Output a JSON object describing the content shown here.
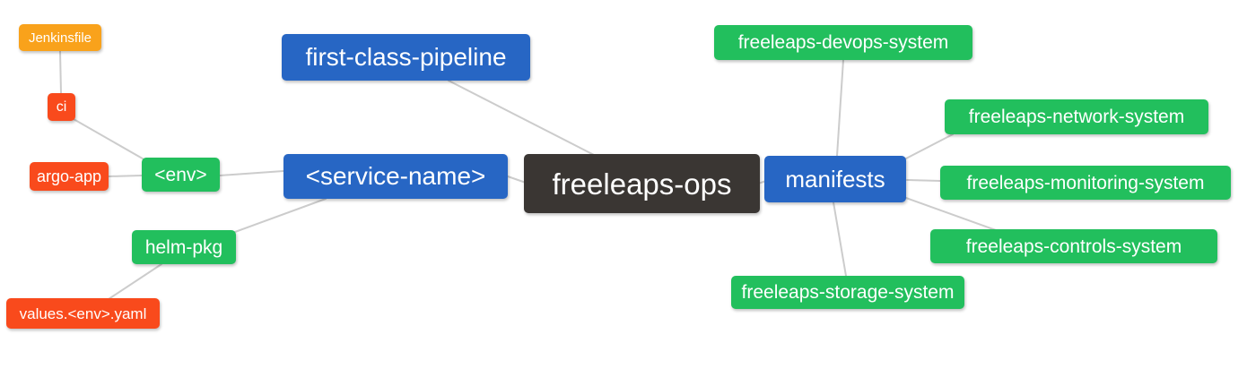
{
  "diagram": {
    "type": "mindmap",
    "root_label": "freeleaps-ops",
    "colors": {
      "branch_blue": "#2766C4",
      "leaf_green": "#22BF5D",
      "leaf_red": "#F94A1C",
      "leaf_orange": "#F9A21B",
      "root_dark": "#3A3633",
      "edge_line": "#CCCCCC",
      "node_text": "#FFFFFF"
    },
    "nodes": [
      {
        "id": "jenkinsfile",
        "label": "Jenkinsfile",
        "color": "orange"
      },
      {
        "id": "ci",
        "label": "ci",
        "color": "red"
      },
      {
        "id": "argo-app",
        "label": "argo-app",
        "color": "red"
      },
      {
        "id": "env",
        "label": "<env>",
        "color": "green"
      },
      {
        "id": "helm-pkg",
        "label": "helm-pkg",
        "color": "green"
      },
      {
        "id": "values-env-yaml",
        "label": "values.<env>.yaml",
        "color": "red"
      },
      {
        "id": "first-class-pipeline",
        "label": "first-class-pipeline",
        "color": "blue"
      },
      {
        "id": "service-name",
        "label": "<service-name>",
        "color": "blue"
      },
      {
        "id": "freeleaps-ops",
        "label": "freeleaps-ops",
        "color": "dark"
      },
      {
        "id": "manifests",
        "label": "manifests",
        "color": "blue"
      },
      {
        "id": "devops-system",
        "label": "freeleaps-devops-system",
        "color": "green"
      },
      {
        "id": "network-system",
        "label": "freeleaps-network-system",
        "color": "green"
      },
      {
        "id": "monitoring-system",
        "label": "freeleaps-monitoring-system",
        "color": "green"
      },
      {
        "id": "controls-system",
        "label": "freeleaps-controls-system",
        "color": "green"
      },
      {
        "id": "storage-system",
        "label": "freeleaps-storage-system",
        "color": "green"
      }
    ],
    "edges": [
      {
        "from": "jenkinsfile",
        "to": "ci"
      },
      {
        "from": "ci",
        "to": "env"
      },
      {
        "from": "argo-app",
        "to": "env"
      },
      {
        "from": "env",
        "to": "service-name"
      },
      {
        "from": "helm-pkg",
        "to": "service-name"
      },
      {
        "from": "helm-pkg",
        "to": "values-env-yaml"
      },
      {
        "from": "first-class-pipeline",
        "to": "freeleaps-ops"
      },
      {
        "from": "service-name",
        "to": "freeleaps-ops"
      },
      {
        "from": "freeleaps-ops",
        "to": "manifests"
      },
      {
        "from": "manifests",
        "to": "devops-system"
      },
      {
        "from": "manifests",
        "to": "network-system"
      },
      {
        "from": "manifests",
        "to": "monitoring-system"
      },
      {
        "from": "manifests",
        "to": "controls-system"
      },
      {
        "from": "manifests",
        "to": "storage-system"
      }
    ]
  }
}
